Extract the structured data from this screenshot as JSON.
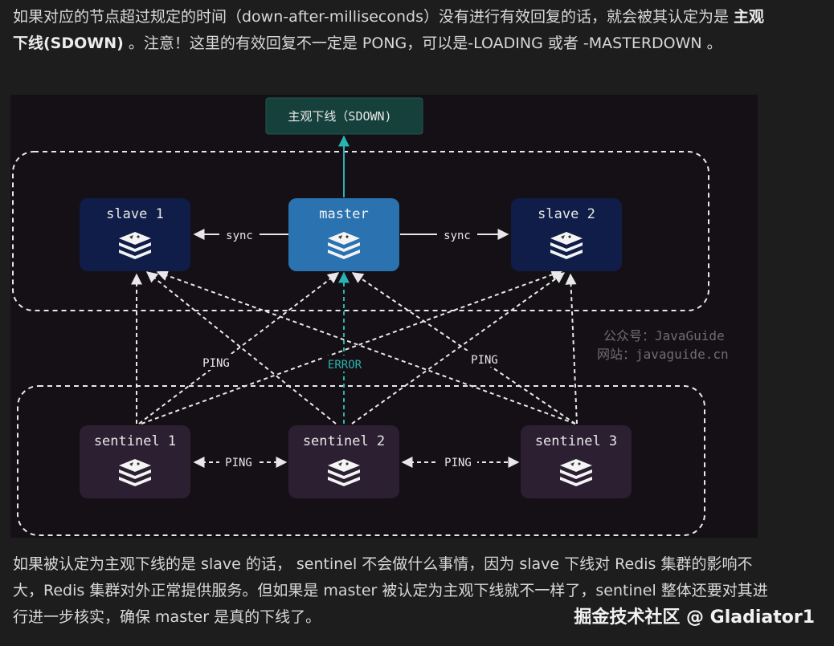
{
  "article": {
    "para1_a": "如果对应的节点超过规定的时间（down-after-milliseconds）没有进行有效回复的话，就会被其认定为是 ",
    "para1_bold": "主观下线(SDOWN)",
    "para1_b": " 。注意！这里的有效回复不一定是 PONG，可以是-LOADING 或者 -MASTERDOWN 。",
    "para2": "如果被认定为主观下线的是 slave 的话， sentinel 不会做什么事情，因为 slave 下线对 Redis 集群的影响不大，Redis 集群对外正常提供服务。但如果是 master 被认定为主观下线就不一样了，sentinel 整体还要对其进行进一步核实，确保 master 是真的下线了。"
  },
  "diagram": {
    "sdown_label": "主观下线（SDOWN)",
    "nodes": {
      "slave1": "slave 1",
      "master": "master",
      "slave2": "slave 2",
      "sentinel1": "sentinel 1",
      "sentinel2": "sentinel 2",
      "sentinel3": "sentinel 3"
    },
    "edges": {
      "sync_left": "sync",
      "sync_right": "sync",
      "ping_left": "PING",
      "error": "ERROR",
      "ping_right": "PING",
      "ping_s12": "PING",
      "ping_s23": "PING"
    },
    "watermark_line1": "公众号：JavaGuide",
    "watermark_line2": "网站：javaguide.cn",
    "icon": "redis-stack-icon",
    "colors": {
      "slave_box": "#0f1d48",
      "master_box": "#2a72b0",
      "sentinel_box": "#2b1f31",
      "sdown_box": "#16403c",
      "error_arrow": "#2ab3b3",
      "dashed_line": "#e8e8e8"
    }
  },
  "footer": {
    "watermark": "掘金技术社区 @ Gladiator1"
  }
}
